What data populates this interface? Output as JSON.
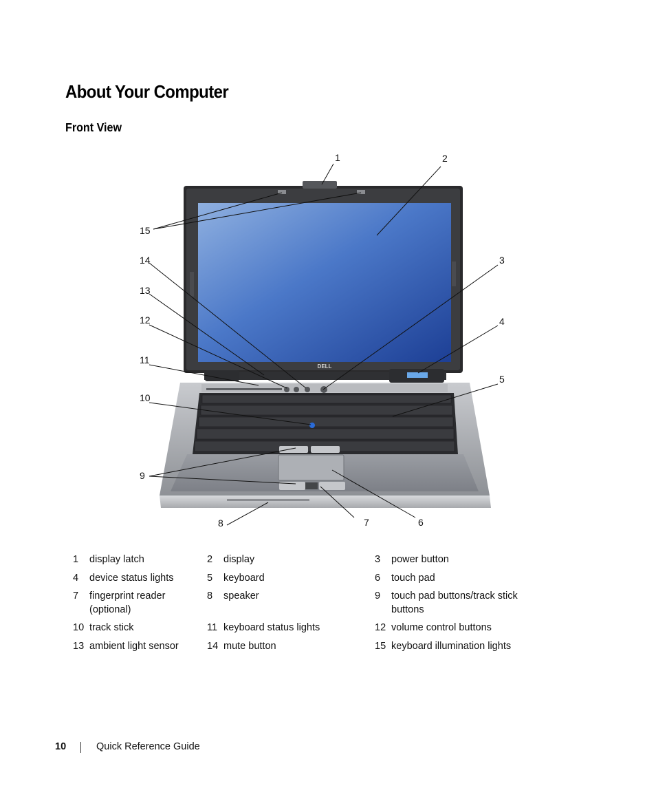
{
  "page": {
    "title": "About Your Computer",
    "section": "Front View"
  },
  "figure": {
    "callouts": [
      "1",
      "2",
      "3",
      "4",
      "5",
      "6",
      "7",
      "8",
      "9",
      "10",
      "11",
      "12",
      "13",
      "14",
      "15"
    ],
    "logo_text": "DELL"
  },
  "legend": {
    "rows": [
      [
        {
          "num": "1",
          "label": "display latch"
        },
        {
          "num": "2",
          "label": "display"
        },
        {
          "num": "3",
          "label": "power button"
        }
      ],
      [
        {
          "num": "4",
          "label": "device status lights"
        },
        {
          "num": "5",
          "label": "keyboard"
        },
        {
          "num": "6",
          "label": "touch pad"
        }
      ],
      [
        {
          "num": "7",
          "label": "fingerprint reader (optional)"
        },
        {
          "num": "8",
          "label": "speaker"
        },
        {
          "num": "9",
          "label": "touch pad buttons/track stick buttons"
        }
      ],
      [
        {
          "num": "10",
          "label": "track stick"
        },
        {
          "num": "11",
          "label": "keyboard status lights"
        },
        {
          "num": "12",
          "label": "volume control buttons"
        }
      ],
      [
        {
          "num": "13",
          "label": "ambient light sensor"
        },
        {
          "num": "14",
          "label": "mute button"
        },
        {
          "num": "15",
          "label": "keyboard illumination lights"
        }
      ]
    ]
  },
  "footer": {
    "page_number": "10",
    "guide_title": "Quick Reference Guide"
  }
}
